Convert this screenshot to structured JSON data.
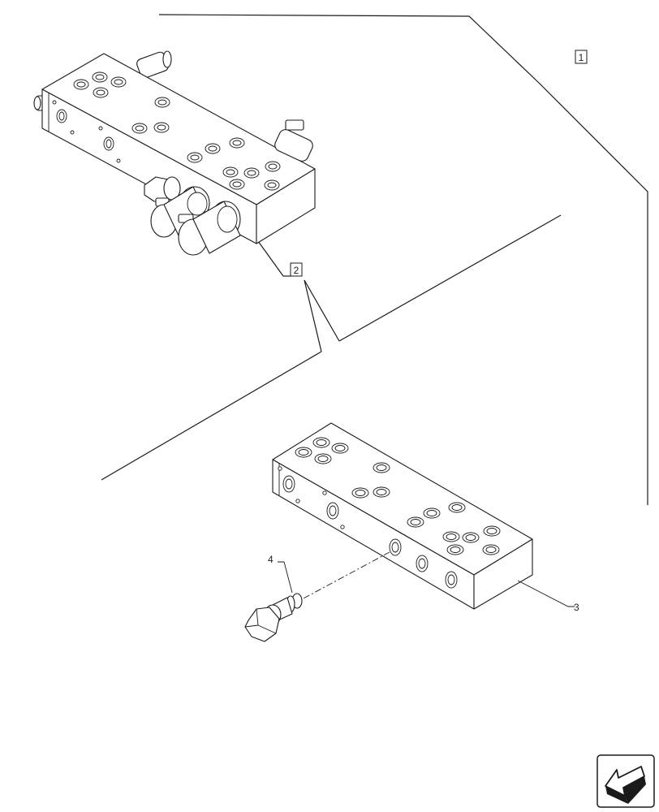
{
  "callouts": {
    "item1": "1",
    "item2": "2",
    "item3": "3",
    "item4": "4"
  },
  "nav": {
    "icon": "arrow-back-icon"
  }
}
